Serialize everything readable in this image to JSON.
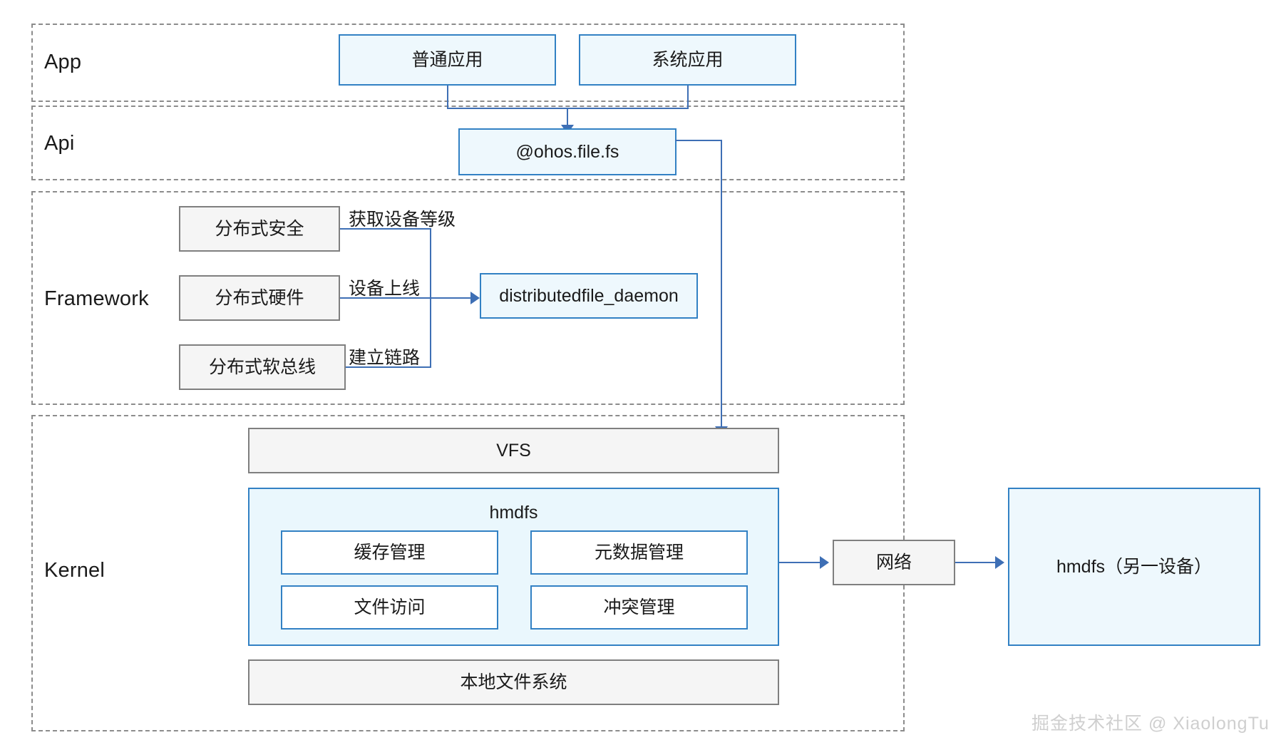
{
  "diagram": {
    "title": "HarmonyOS distributed file system architecture",
    "colors": {
      "blue_fill": "#eef8fd",
      "blue_border": "#3281c4",
      "gray_fill": "#f5f5f5",
      "gray_border": "#7f7f7f",
      "connector": "#3e6fb5",
      "layer_border": "#8c8c8c",
      "watermark": "#cfcfcf"
    }
  },
  "layers": [
    {
      "id": "app",
      "label": "App"
    },
    {
      "id": "api",
      "label": "Api"
    },
    {
      "id": "framework",
      "label": "Framework"
    },
    {
      "id": "kernel",
      "label": "Kernel"
    }
  ],
  "app_layer": {
    "nodes": [
      {
        "id": "normal-app",
        "label": "普通应用"
      },
      {
        "id": "system-app",
        "label": "系统应用"
      }
    ]
  },
  "api_layer": {
    "nodes": [
      {
        "id": "ohos-file-fs",
        "label": "@ohos.file.fs"
      }
    ]
  },
  "framework_layer": {
    "nodes": [
      {
        "id": "distributed-security",
        "label": "分布式安全"
      },
      {
        "id": "distributed-hardware",
        "label": "分布式硬件"
      },
      {
        "id": "distributed-softbus",
        "label": "分布式软总线"
      },
      {
        "id": "distributedfile-daemon",
        "label": "distributedfile_daemon"
      }
    ],
    "edge_labels": [
      {
        "id": "get-device-level",
        "label": "获取设备等级"
      },
      {
        "id": "device-online",
        "label": "设备上线"
      },
      {
        "id": "establish-link",
        "label": "建立链路"
      }
    ]
  },
  "kernel_layer": {
    "nodes": [
      {
        "id": "vfs",
        "label": "VFS"
      },
      {
        "id": "hmdfs",
        "label": "hmdfs"
      },
      {
        "id": "cache-management",
        "label": "缓存管理"
      },
      {
        "id": "metadata-management",
        "label": "元数据管理"
      },
      {
        "id": "file-access",
        "label": "文件访问"
      },
      {
        "id": "conflict-management",
        "label": "冲突管理"
      },
      {
        "id": "local-filesystem",
        "label": "本地文件系统"
      }
    ]
  },
  "external": {
    "nodes": [
      {
        "id": "network",
        "label": "网络"
      },
      {
        "id": "hmdfs-remote",
        "label": "hmdfs（另一设备）"
      }
    ]
  },
  "watermark": {
    "text": "掘金技术社区 @ XiaolongTu"
  }
}
